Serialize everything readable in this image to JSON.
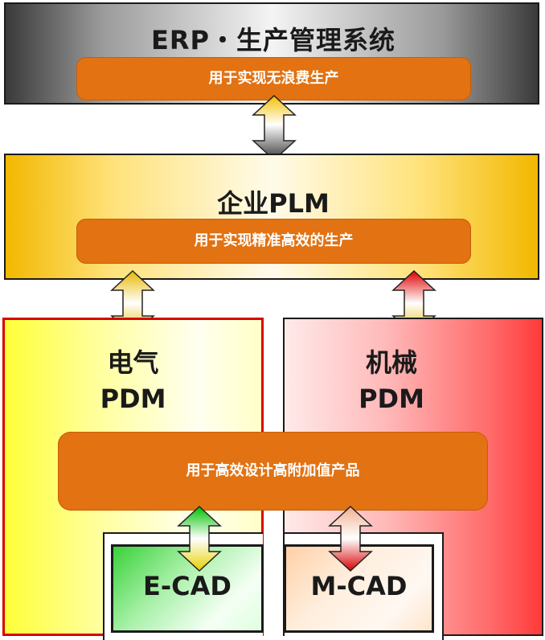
{
  "erp": {
    "title": "ERP・生产管理系统",
    "note": "用于实现无浪费生产"
  },
  "plm": {
    "title": "企业PLM",
    "note": "用于实现精准高效的生产"
  },
  "pdm_electric": {
    "line1": "电气",
    "line2": "PDM"
  },
  "pdm_mechanical": {
    "line1": "机械",
    "line2": "PDM"
  },
  "pdm_shared_note": "用于高效设计高附加值产品",
  "cad_electric": "E-CAD",
  "cad_mechanical": "M-CAD",
  "colors": {
    "pill": "#e27212",
    "erp_dark": "#3a3a3a",
    "plm_gold": "#f2b800",
    "electric_yellow": "#ffff3a",
    "electric_border": "#d80000",
    "mechanical_red": "#ff3a3a",
    "ecad_green": "#3ad23a",
    "mcad_peach": "#ffd0a8"
  }
}
